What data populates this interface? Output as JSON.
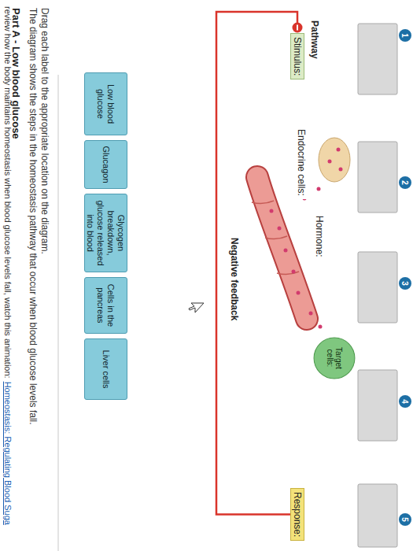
{
  "diagram": {
    "title": "Part A - Low blood glucose",
    "nodes": [
      {
        "text": [
          "Low blood glucose"
        ]
      },
      {
        "text": [
          "Glucagon"
        ]
      },
      {
        "text": [
          "Glycogen breakdown, glucose released into blood"
        ]
      },
      {
        "text": [
          "Cells in the pancreas"
        ]
      },
      {
        "text": [
          "Liver cells"
        ]
      },
      {
        "text": [
          "Stimulus:"
        ]
      },
      {
        "text": [
          "Endocrine cells:"
        ]
      },
      {
        "text": [
          "Hormone:"
        ]
      },
      {
        "text": [
          "Target cells:"
        ]
      },
      {
        "text": [
          "Response:"
        ]
      }
    ],
    "edges": [
      {
        "from": 9,
        "to": 5,
        "arrow": "to",
        "label": "Negative feedback"
      }
    ],
    "labels": [
      "review how the body maintains homeostasis when blood glucose levels fall, watch this animation:",
      "Homeostasis: Regulating Blood Suga",
      "The diagram shows the steps in the homeostasis pathway that occur when blood glucose levels fall.",
      "Drag each label to the appropriate location on the diagram.",
      "Pathway",
      "1",
      "2",
      "3",
      "4",
      "5"
    ]
  }
}
